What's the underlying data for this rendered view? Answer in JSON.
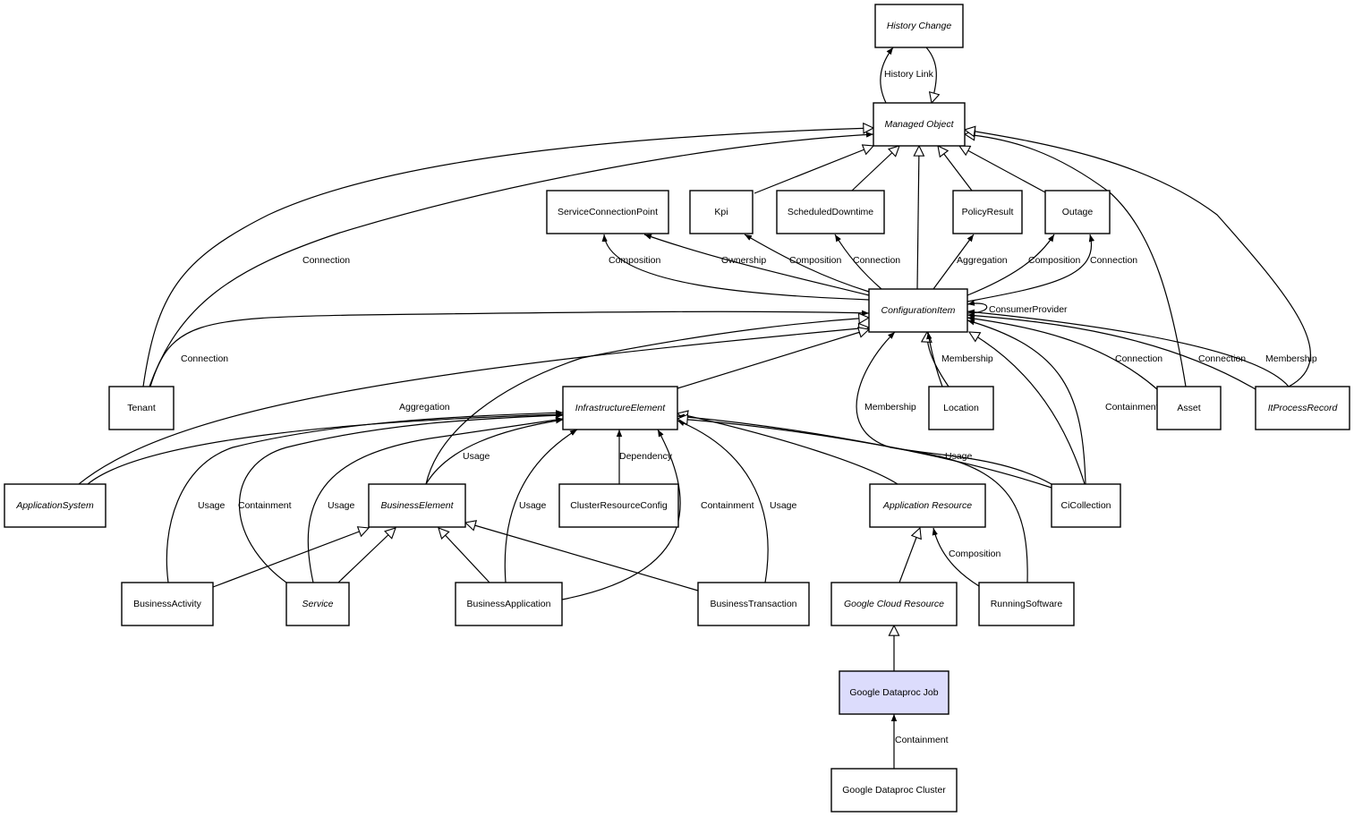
{
  "diagram": {
    "title": "Google Dataproc Job class relationships",
    "colors": {
      "default_fill": "#ffffff",
      "highlight_fill": "#dcdcfc",
      "stroke": "#000000"
    },
    "nodes": [
      {
        "id": "historychange",
        "label": "History Change",
        "abstract": true
      },
      {
        "id": "managedobject",
        "label": "Managed Object",
        "abstract": true
      },
      {
        "id": "scp",
        "label": "ServiceConnectionPoint",
        "abstract": false
      },
      {
        "id": "kpi",
        "label": "Kpi",
        "abstract": false
      },
      {
        "id": "scheduleddowntime",
        "label": "ScheduledDowntime",
        "abstract": false
      },
      {
        "id": "policyresult",
        "label": "PolicyResult",
        "abstract": false
      },
      {
        "id": "outage",
        "label": "Outage",
        "abstract": false
      },
      {
        "id": "ci",
        "label": "ConfigurationItem",
        "abstract": true
      },
      {
        "id": "tenant",
        "label": "Tenant",
        "abstract": false
      },
      {
        "id": "infra",
        "label": "InfrastructureElement",
        "abstract": true
      },
      {
        "id": "location",
        "label": "Location",
        "abstract": false
      },
      {
        "id": "asset",
        "label": "Asset",
        "abstract": false
      },
      {
        "id": "itprocess",
        "label": "ItProcessRecord",
        "abstract": true
      },
      {
        "id": "appsystem",
        "label": "ApplicationSystem",
        "abstract": true
      },
      {
        "id": "businesselement",
        "label": "BusinessElement",
        "abstract": true
      },
      {
        "id": "crc",
        "label": "ClusterResourceConfig",
        "abstract": false
      },
      {
        "id": "appresource",
        "label": "Application Resource",
        "abstract": true
      },
      {
        "id": "cicollection",
        "label": "CiCollection",
        "abstract": false
      },
      {
        "id": "businessactivity",
        "label": "BusinessActivity",
        "abstract": false
      },
      {
        "id": "service",
        "label": "Service",
        "abstract": true
      },
      {
        "id": "businessapp",
        "label": "BusinessApplication",
        "abstract": false
      },
      {
        "id": "businesstx",
        "label": "BusinessTransaction",
        "abstract": false
      },
      {
        "id": "gcr",
        "label": "Google Cloud Resource",
        "abstract": true
      },
      {
        "id": "runningsoftware",
        "label": "RunningSoftware",
        "abstract": false
      },
      {
        "id": "dataprocjob",
        "label": "Google Dataproc Job",
        "abstract": false,
        "highlight": true
      },
      {
        "id": "dataproccluster",
        "label": "Google Dataproc Cluster",
        "abstract": false
      }
    ],
    "edges": [
      {
        "from": "managedobject",
        "to": "historychange",
        "label": "History Link",
        "kind": "association"
      },
      {
        "from": "historychange",
        "to": "managedobject",
        "label": "",
        "kind": "inheritance"
      },
      {
        "from": "kpi",
        "to": "managedobject",
        "label": "",
        "kind": "inheritance"
      },
      {
        "from": "scheduleddowntime",
        "to": "managedobject",
        "label": "",
        "kind": "inheritance"
      },
      {
        "from": "ci",
        "to": "managedobject",
        "label": "",
        "kind": "inheritance"
      },
      {
        "from": "policyresult",
        "to": "managedobject",
        "label": "",
        "kind": "inheritance"
      },
      {
        "from": "outage",
        "to": "managedobject",
        "label": "",
        "kind": "inheritance"
      },
      {
        "from": "tenant",
        "to": "managedobject",
        "label": "",
        "kind": "inheritance"
      },
      {
        "from": "tenant",
        "to": "managedobject",
        "label": "Connection",
        "kind": "association"
      },
      {
        "from": "asset",
        "to": "managedobject",
        "label": "",
        "kind": "inheritance"
      },
      {
        "from": "itprocess",
        "to": "managedobject",
        "label": "",
        "kind": "inheritance"
      },
      {
        "from": "ci",
        "to": "scp",
        "label": "Composition",
        "kind": "association"
      },
      {
        "from": "ci",
        "to": "scp",
        "label": "Ownership",
        "kind": "association"
      },
      {
        "from": "ci",
        "to": "kpi",
        "label": "Composition",
        "kind": "association"
      },
      {
        "from": "ci",
        "to": "scheduleddowntime",
        "label": "Connection",
        "kind": "association"
      },
      {
        "from": "ci",
        "to": "policyresult",
        "label": "Aggregation",
        "kind": "association"
      },
      {
        "from": "ci",
        "to": "outage",
        "label": "Composition",
        "kind": "association"
      },
      {
        "from": "ci",
        "to": "outage",
        "label": "Connection",
        "kind": "association"
      },
      {
        "from": "ci",
        "to": "ci",
        "label": "ConsumerProvider",
        "kind": "association"
      },
      {
        "from": "tenant",
        "to": "ci",
        "label": "Connection",
        "kind": "association"
      },
      {
        "from": "appsystem",
        "to": "ci",
        "label": "",
        "kind": "inheritance"
      },
      {
        "from": "businesselement",
        "to": "ci",
        "label": "",
        "kind": "inheritance"
      },
      {
        "from": "infra",
        "to": "ci",
        "label": "",
        "kind": "inheritance"
      },
      {
        "from": "location",
        "to": "ci",
        "label": "",
        "kind": "inheritance"
      },
      {
        "from": "location",
        "to": "ci",
        "label": "Membership",
        "kind": "association"
      },
      {
        "from": "cicollection",
        "to": "ci",
        "label": "Membership",
        "kind": "association"
      },
      {
        "from": "cicollection",
        "to": "ci",
        "label": "",
        "kind": "inheritance"
      },
      {
        "from": "cicollection",
        "to": "ci",
        "label": "Containment",
        "kind": "association"
      },
      {
        "from": "asset",
        "to": "ci",
        "label": "Connection",
        "kind": "association"
      },
      {
        "from": "itprocess",
        "to": "ci",
        "label": "Connection",
        "kind": "association"
      },
      {
        "from": "itprocess",
        "to": "ci",
        "label": "Membership",
        "kind": "association"
      },
      {
        "from": "appsystem",
        "to": "infra",
        "label": "Aggregation",
        "kind": "association"
      },
      {
        "from": "businessactivity",
        "to": "infra",
        "label": "Usage",
        "kind": "association"
      },
      {
        "from": "service",
        "to": "infra",
        "label": "Containment",
        "kind": "association"
      },
      {
        "from": "service",
        "to": "infra",
        "label": "Usage",
        "kind": "association"
      },
      {
        "from": "businesselement",
        "to": "infra",
        "label": "Usage",
        "kind": "association"
      },
      {
        "from": "businessapp",
        "to": "infra",
        "label": "Usage",
        "kind": "association"
      },
      {
        "from": "crc",
        "to": "infra",
        "label": "Dependency",
        "kind": "association"
      },
      {
        "from": "businessapp",
        "to": "infra",
        "label": "Containment",
        "kind": "association"
      },
      {
        "from": "businesstx",
        "to": "infra",
        "label": "Usage",
        "kind": "association"
      },
      {
        "from": "appresource",
        "to": "infra",
        "label": "",
        "kind": "inheritance"
      },
      {
        "from": "cicollection",
        "to": "infra",
        "label": "Usage",
        "kind": "association"
      },
      {
        "from": "runningsoftware",
        "to": "infra",
        "label": "",
        "kind": "inheritance"
      },
      {
        "from": "businessactivity",
        "to": "businesselement",
        "label": "",
        "kind": "inheritance"
      },
      {
        "from": "service",
        "to": "businesselement",
        "label": "",
        "kind": "inheritance"
      },
      {
        "from": "businessapp",
        "to": "businesselement",
        "label": "",
        "kind": "inheritance"
      },
      {
        "from": "businesstx",
        "to": "businesselement",
        "label": "",
        "kind": "inheritance"
      },
      {
        "from": "gcr",
        "to": "appresource",
        "label": "",
        "kind": "inheritance"
      },
      {
        "from": "runningsoftware",
        "to": "appresource",
        "label": "Composition",
        "kind": "association"
      },
      {
        "from": "dataprocjob",
        "to": "gcr",
        "label": "",
        "kind": "inheritance"
      },
      {
        "from": "dataproccluster",
        "to": "dataprocjob",
        "label": "Containment",
        "kind": "association"
      }
    ]
  }
}
